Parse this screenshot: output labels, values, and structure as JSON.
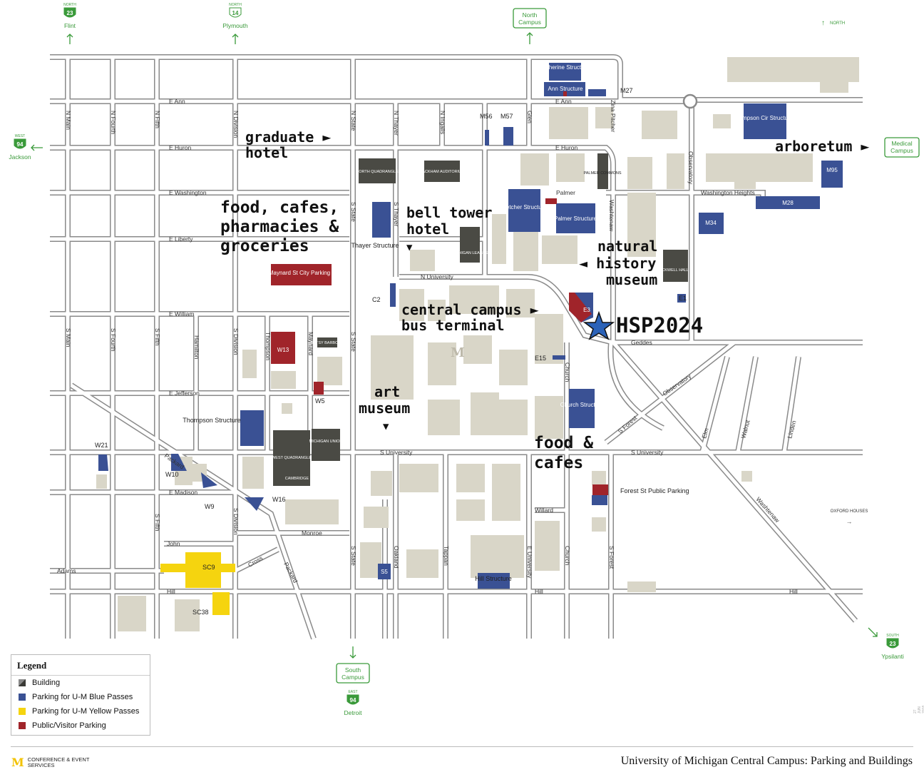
{
  "title": "University of Michigan Central Campus: Parking and Buildings",
  "logo": {
    "text": "CONFERENCE & EVENT SERVICES",
    "mark": "M"
  },
  "north_indicator": "NORTH",
  "edge_id": "27 JUN 2018",
  "highways": [
    {
      "dir": "NORTH",
      "num": "23",
      "dest": "Flint"
    },
    {
      "dir": "NORTH",
      "num": "14",
      "dest": "Plymouth"
    },
    {
      "dir": "WEST",
      "num": "94",
      "dest": "Jackson"
    },
    {
      "dir": "SOUTH",
      "num": "23",
      "dest": "Ypsilanti"
    },
    {
      "dir": "EAST",
      "num": "94",
      "dest": "Detroit"
    }
  ],
  "campus_links": [
    {
      "label": "North Campus"
    },
    {
      "label": "Medical Campus"
    },
    {
      "label": "South Campus"
    },
    {
      "label": "OXFORD HOUSES"
    }
  ],
  "streets": [
    "E Ann",
    "E Huron",
    "E Washington",
    "E Liberty",
    "E William",
    "E Jefferson",
    "E Madison",
    "John",
    "Adams",
    "Hill",
    "Monroe",
    "Willard",
    "N University",
    "S University",
    "Geddes",
    "Palmer",
    "Washington Heights",
    "Cross",
    "Packard",
    "Washtenaw",
    "Observatory",
    "S Forest",
    "Elm",
    "Walnut",
    "Linden",
    "N Main",
    "N Fourth",
    "N Fifth",
    "N Division",
    "N State",
    "N Thayer",
    "N Ingalls",
    "Glen",
    "Zina Pitcher",
    "S Main",
    "S Fourth",
    "S Fifth",
    "Hamilton",
    "S Division",
    "Thompson",
    "Maynard",
    "S State",
    "Church",
    "E University",
    "Tappan",
    "Oakland",
    "S Thayer"
  ],
  "structures": [
    {
      "label": "Catherine Structure"
    },
    {
      "label": "Ann Structure"
    },
    {
      "label": "M27"
    },
    {
      "label": "M56"
    },
    {
      "label": "M57"
    },
    {
      "label": "Simpson Cir Structure"
    },
    {
      "label": "M95"
    },
    {
      "label": "M28"
    },
    {
      "label": "M34"
    },
    {
      "label": "Fletcher Structure"
    },
    {
      "label": "Palmer Structure"
    },
    {
      "label": "Thayer Structure"
    },
    {
      "label": "C2"
    },
    {
      "label": "E3"
    },
    {
      "label": "E1"
    },
    {
      "label": "E15"
    },
    {
      "label": "Church Structure"
    },
    {
      "label": "Maynard St City Parking"
    },
    {
      "label": "W13"
    },
    {
      "label": "W5"
    },
    {
      "label": "Thompson Structure"
    },
    {
      "label": "W21"
    },
    {
      "label": "W10"
    },
    {
      "label": "W9"
    },
    {
      "label": "W16"
    },
    {
      "label": "SC9"
    },
    {
      "label": "SC38"
    },
    {
      "label": "S5"
    },
    {
      "label": "Hill Structure"
    },
    {
      "label": "Forest St Public Parking"
    }
  ],
  "buildings": [
    {
      "label": "NORTH QUADRANGLE"
    },
    {
      "label": "RACKHAM AUDITORIUM"
    },
    {
      "label": "MICHIGAN LEAGUE"
    },
    {
      "label": "PALMER COMMONS"
    },
    {
      "label": "ROCKWELL HALL"
    },
    {
      "label": "BETSY BARBOUR"
    },
    {
      "label": "WEST QUADRANGLE"
    },
    {
      "label": "MICHIGAN UNION"
    },
    {
      "label": "CAMBRIDGE HOUSE"
    }
  ],
  "annotations": {
    "graduate_hotel": [
      "graduate ►",
      "hotel"
    ],
    "food_north": [
      "food, cafes,",
      "pharmacies &",
      "groceries"
    ],
    "bell_tower": [
      "bell tower",
      "hotel",
      "▼"
    ],
    "natural_history": [
      "natural",
      "◄ history",
      "museum"
    ],
    "bus_terminal": [
      "central campus ►",
      "bus terminal"
    ],
    "art_museum": [
      "art",
      "museum",
      "▼"
    ],
    "arboretum": "arboretum ►",
    "food_south": [
      "food &",
      "cafes"
    ],
    "venue": "HSP2024"
  },
  "legend": {
    "title": "Legend",
    "items": [
      {
        "label": "Building",
        "color": "#4a4a44"
      },
      {
        "label": "Parking for U-M Blue Passes",
        "color": "#3a5194"
      },
      {
        "label": "Parking for U-M Yellow Passes",
        "color": "#f5d40f"
      },
      {
        "label": "Public/Visitor Parking",
        "color": "#a0242a"
      }
    ]
  },
  "colors": {
    "blue": "#3a5194",
    "yellow": "#f5d40f",
    "red": "#a0242a",
    "building": "#d9d6c8",
    "dark": "#4a4a44",
    "green": "#3a9a3a",
    "road": "#8a8a8a",
    "venue_star": "#2b62b8"
  }
}
